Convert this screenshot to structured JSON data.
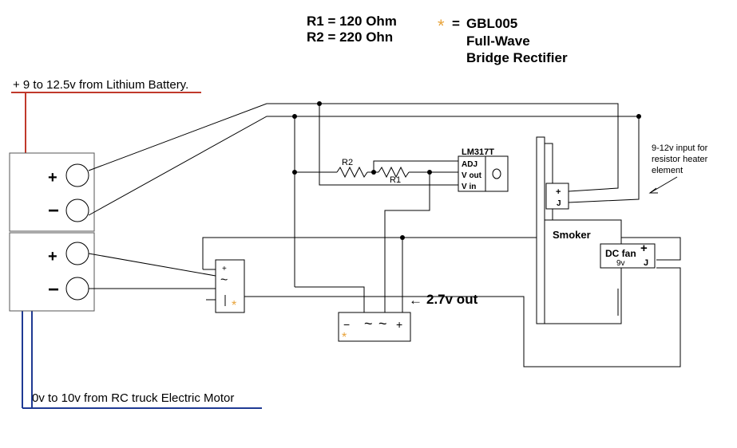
{
  "legend": {
    "r1": "R1 = 120 Ohm",
    "r2": "R2 = 220 Ohn",
    "star": "*",
    "eq": "=",
    "gbl_line1": "GBL005",
    "gbl_line2": "Full-Wave",
    "gbl_line3": "Bridge Rectifier"
  },
  "labels": {
    "battery": "+ 9 to 12.5v from Lithium Battery.",
    "motor": "0v to 10v from RC truck Electric Motor",
    "out": "2.7v out",
    "out_arrow": "←",
    "heater_input_1": "9-12v input for",
    "heater_input_2": "resistor heater",
    "heater_input_3": "element",
    "r2": "R2",
    "r1": "R1",
    "ic": "LM317T",
    "adj": "ADJ",
    "vout": "V out",
    "vin": "V in",
    "smoker": "Smoker",
    "fan": "DC fan",
    "fan_v": "9v",
    "plus": "+",
    "minus": "−",
    "small_plus": "+",
    "tilde": "~",
    "small_minus": "−",
    "j": "J"
  },
  "colors": {
    "wire": "#000000",
    "battery_wire": "#c0392b",
    "motor_wire": "#1f3a93",
    "star": "#e8a33a",
    "box_border": "#555555"
  }
}
